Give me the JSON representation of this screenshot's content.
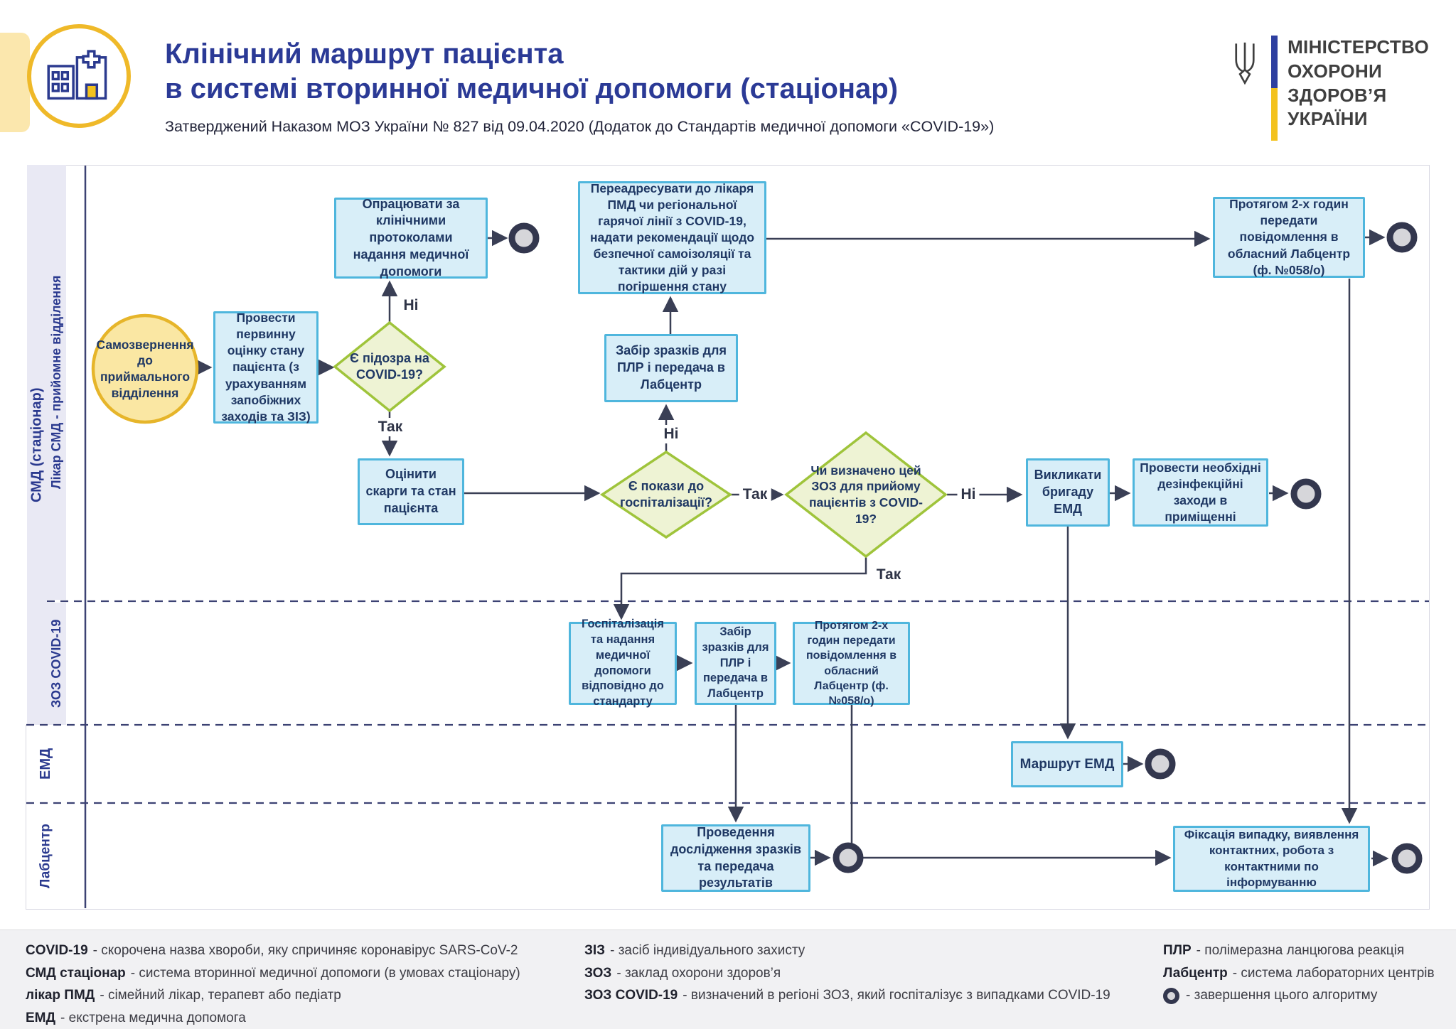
{
  "header": {
    "title_line1": "Клінічний маршрут пацієнта",
    "title_line2": "в системі вторинної медичної допомоги (стаціонар)",
    "subtitle": "Затверджений Наказом МОЗ України № 827 від 09.04.2020 (Додаток до Стандартів медичної допомоги «COVID-19»)",
    "ministry_lines": [
      "МІНІСТЕРСТВО",
      "ОХОРОНИ",
      "ЗДОРОВ’Я",
      "УКРАЇНИ"
    ]
  },
  "lanes": {
    "outer": "СМД (стаціонар)",
    "doctor": "Лікар СМД - прийомне відділення",
    "zoz": "ЗОЗ COVID-19",
    "emd": "ЕМД",
    "lab": "Лабцентр"
  },
  "edge_labels": {
    "yes": "Так",
    "no": "Ні"
  },
  "nodes": {
    "start": "Самозвернення до приймального відділення",
    "assess_initial": "Провести первинну оцінку стану пацієнта (з урахуванням запобіжних заходів та ЗІЗ)",
    "d_suspect": "Є підозра на COVID-19?",
    "protocols": "Опрацювати за клінічними протоколами надання медичної допомоги",
    "readdress": "Переадресувати до лікаря ПМД чи регіональної гарячої лінії з COVID-19, надати рекомендації щодо безпечної самоізоляції та тактики дій у разі погіршення стану",
    "report_2h_top": "Протягом 2-х годин передати повідомлення в обласний Лабцентр (ф. №058/о)",
    "sample_pcr_1": "Забір зразків для ПЛР і передача в Лабцентр",
    "assess_complaints": "Оцінити скарги та стан пацієнта",
    "d_hospitalization": "Є покази до госпіталізації?",
    "d_designated": "Чи визначено цей ЗОЗ для прийому пацієнтів з COVID-19?",
    "call_emd": "Викликати бригаду ЕМД",
    "disinfection": "Провести необхідні дезінфекційні заходи в приміщенні",
    "hospitalization": "Госпіталізація та надання медичної допомоги відповідно до стандарту",
    "sample_pcr_2": "Забір зразків для ПЛР і передача в Лабцентр",
    "report_2h_zoz": "Протягом 2-х годин передати повідомлення в обласний Лабцентр (ф. №058/о)",
    "emd_route": "Маршрут ЕМД",
    "lab_testing": "Проведення дослідження зразків та передача результатів",
    "case_registration": "Фіксація випадку, виявлення контактних, робота з контактними по інформуванню"
  },
  "edges": [
    {
      "from": "start",
      "to": "assess_initial",
      "label": ""
    },
    {
      "from": "assess_initial",
      "to": "d_suspect",
      "label": ""
    },
    {
      "from": "d_suspect",
      "to": "protocols",
      "label": "Ні"
    },
    {
      "from": "d_suspect",
      "to": "assess_complaints",
      "label": "Так"
    },
    {
      "from": "protocols",
      "to": "end",
      "label": ""
    },
    {
      "from": "assess_complaints",
      "to": "d_hospitalization",
      "label": ""
    },
    {
      "from": "d_hospitalization",
      "to": "sample_pcr_1",
      "label": "Ні"
    },
    {
      "from": "d_hospitalization",
      "to": "d_designated",
      "label": "Так"
    },
    {
      "from": "sample_pcr_1",
      "to": "readdress",
      "label": ""
    },
    {
      "from": "readdress",
      "to": "report_2h_top",
      "label": ""
    },
    {
      "from": "report_2h_top",
      "to": "end",
      "label": ""
    },
    {
      "from": "report_2h_top",
      "to": "case_registration",
      "label": ""
    },
    {
      "from": "d_designated",
      "to": "call_emd",
      "label": "Ні"
    },
    {
      "from": "d_designated",
      "to": "hospitalization",
      "label": "Так"
    },
    {
      "from": "call_emd",
      "to": "disinfection",
      "label": ""
    },
    {
      "from": "disinfection",
      "to": "end",
      "label": ""
    },
    {
      "from": "call_emd",
      "to": "emd_route",
      "label": ""
    },
    {
      "from": "emd_route",
      "to": "end",
      "label": ""
    },
    {
      "from": "hospitalization",
      "to": "sample_pcr_2",
      "label": ""
    },
    {
      "from": "sample_pcr_2",
      "to": "report_2h_zoz",
      "label": ""
    },
    {
      "from": "sample_pcr_2",
      "to": "lab_testing",
      "label": ""
    },
    {
      "from": "report_2h_zoz",
      "to": "case_registration",
      "label": ""
    },
    {
      "from": "lab_testing",
      "to": "end",
      "label": ""
    },
    {
      "from": "case_registration",
      "to": "end",
      "label": ""
    }
  ],
  "legend": {
    "col1": [
      {
        "term": "COVID-19",
        "def": "-  скорочена назва хвороби, яку спричиняє коронавірус SARS-CoV-2"
      },
      {
        "term": "СМД стаціонар",
        "def": "-  система вторинної медичної допомоги (в умовах стаціонару)"
      },
      {
        "term": "лікар ПМД",
        "def": "-  сімейний лікар, терапевт або педіатр"
      },
      {
        "term": "ЕМД",
        "def": "-  екстрена медична допомога"
      }
    ],
    "col2": [
      {
        "term": "ЗІЗ",
        "def": "-  засіб індивідуального захисту"
      },
      {
        "term": "ЗОЗ",
        "def": "-  заклад охорони здоров’я"
      },
      {
        "term": "ЗОЗ COVID-19",
        "def": "-  визначений в регіоні ЗОЗ, який госпіталізує з випадками COVID-19"
      }
    ],
    "col3": [
      {
        "term": "ПЛР",
        "def": "-  полімеразна ланцюгова реакція"
      },
      {
        "term": "Лабцентр",
        "def": "-  система лабораторних центрів"
      },
      {
        "term": "",
        "def": "-  завершення цього алгоритму"
      }
    ]
  },
  "colors": {
    "title_blue": "#2b3a96",
    "lane_fill": "#e9e9f4",
    "box_fill": "#d8eef8",
    "box_border": "#4fb6dd",
    "diamond_fill": "#eef3d4",
    "diamond_border": "#9fc43b",
    "start_fill": "#fae7a3",
    "start_border": "#e6b52a",
    "wire": "#3a3f55",
    "end_ring": "#33374e",
    "end_fill": "#d6d6da",
    "flag_blue": "#2e3fa0",
    "flag_yellow": "#f3c21d",
    "footer_bg": "#f1f1f3"
  }
}
